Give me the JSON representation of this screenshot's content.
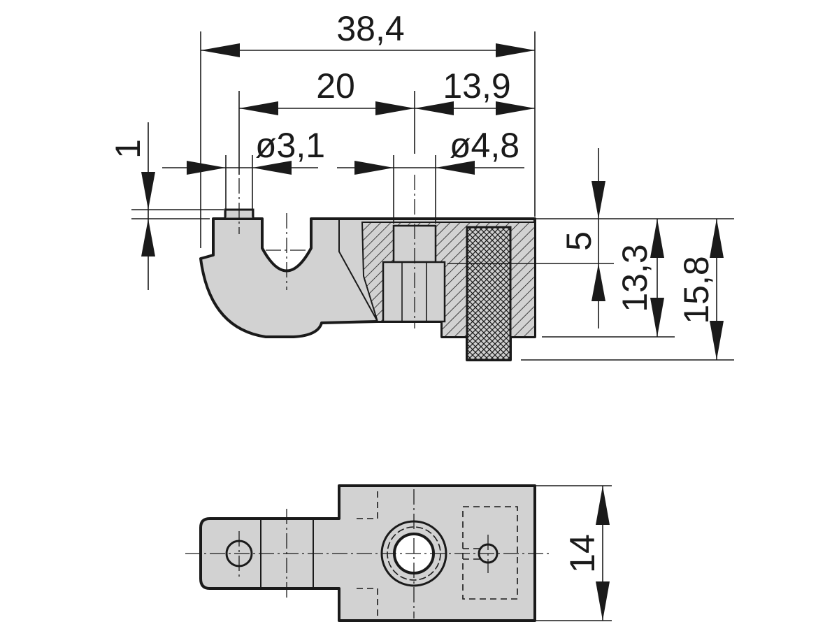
{
  "drawing": {
    "views": [
      "side-section-view",
      "top-view"
    ],
    "fill_color": "#d2d2d2",
    "line_color": "#1a1a1a"
  },
  "dimensions": {
    "overall_length": "38,4",
    "hole_spacing": "20",
    "screw_offset": "13,9",
    "small_hole_dia": "ø3,1",
    "large_hole_dia": "ø4,8",
    "pin_height": "1",
    "top_depth": "5",
    "body_height": "13,3",
    "total_height": "15,8",
    "width": "14"
  }
}
